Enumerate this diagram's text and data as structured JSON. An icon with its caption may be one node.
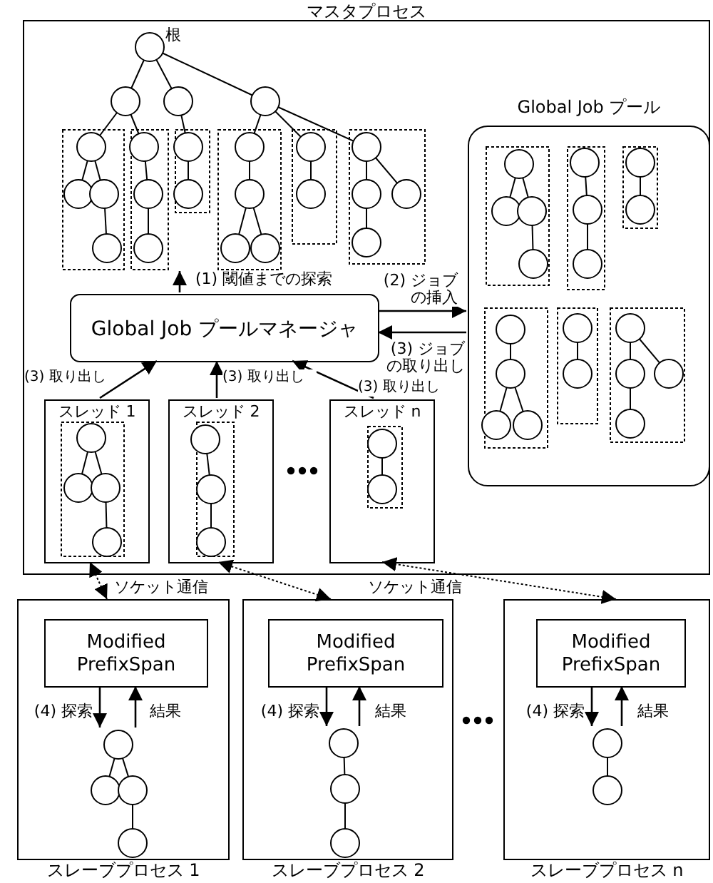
{
  "diagram": {
    "nodes": [
      {
        "text": [
          "マスタプロセス"
        ]
      },
      {
        "text": [
          "Global Job プール"
        ],
        "in": 0
      },
      {
        "text": [
          "Global Job プールマネージャ"
        ],
        "in": 0
      },
      {
        "text": [
          "スレッド 1"
        ],
        "in": 0
      },
      {
        "text": [
          "スレッド 2"
        ],
        "in": 0
      },
      {
        "text": [
          "スレッド n"
        ],
        "in": 0
      },
      {
        "text": [
          "スレーブプロセス 1"
        ]
      },
      {
        "text": [
          "Modified PrefixSpan"
        ],
        "in": 6
      },
      {
        "text": [
          "スレーブプロセス 2"
        ]
      },
      {
        "text": [
          "Modified PrefixSpan"
        ],
        "in": 8
      },
      {
        "text": [
          "スレーブプロセス n"
        ]
      },
      {
        "text": [
          "Modified PrefixSpan"
        ],
        "in": 10
      },
      {
        "text": [],
        "shape": "tree",
        "in": 0
      },
      {
        "text": [],
        "shape": "tree",
        "in": 6
      },
      {
        "text": [],
        "shape": "tree",
        "in": 8
      },
      {
        "text": [],
        "shape": "tree",
        "in": 10
      }
    ],
    "edges": [
      {
        "from": 2,
        "to": 12,
        "arrow": "to",
        "label": "(1) 閾値までの探索"
      },
      {
        "from": 2,
        "to": 1,
        "arrow": "to",
        "label": "(2) ジョブの挿入"
      },
      {
        "from": 1,
        "to": 2,
        "arrow": "to",
        "label": "(3) ジョブの取り出し"
      },
      {
        "from": 3,
        "to": 2,
        "arrow": "to",
        "label": "(3) 取り出し"
      },
      {
        "from": 4,
        "to": 2,
        "arrow": "to",
        "label": "(3) 取り出し"
      },
      {
        "from": 5,
        "to": 2,
        "arrow": "to",
        "label": "(3) 取り出し"
      },
      {
        "from": 6,
        "to": 3,
        "arrow": "both",
        "style": "dashed",
        "label": "ソケット通信"
      },
      {
        "from": 8,
        "to": 4,
        "arrow": "both",
        "style": "dashed"
      },
      {
        "from": 10,
        "to": 5,
        "arrow": "both",
        "style": "dashed",
        "label": "ソケット通信"
      },
      {
        "from": 7,
        "to": 13,
        "arrow": "to",
        "label": "(4) 探索"
      },
      {
        "from": 13,
        "to": 7,
        "arrow": "to",
        "label": "結果"
      },
      {
        "from": 9,
        "to": 14,
        "arrow": "to",
        "label": "(4) 探索"
      },
      {
        "from": 14,
        "to": 9,
        "arrow": "to",
        "label": "結果"
      },
      {
        "from": 11,
        "to": 15,
        "arrow": "to",
        "label": "(4) 探索"
      },
      {
        "from": 15,
        "to": 11,
        "arrow": "to",
        "label": "結果"
      }
    ],
    "labels": [
      "根"
    ]
  }
}
